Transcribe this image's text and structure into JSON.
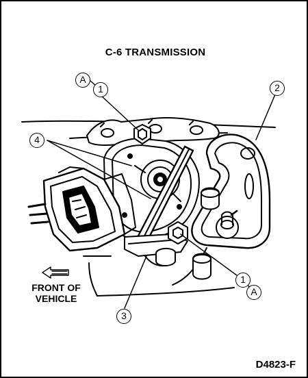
{
  "diagram": {
    "title": "C-6 TRANSMISSION",
    "front_label": "FRONT OF VEHICLE",
    "figure_id": "D4823-F",
    "callouts": {
      "one": "1",
      "two": "2",
      "three": "3",
      "four": "4",
      "a": "A"
    }
  }
}
